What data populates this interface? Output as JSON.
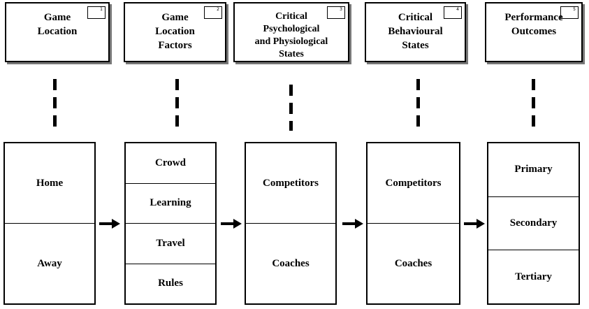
{
  "stages": [
    {
      "title": "Game\nLocation",
      "number": "1",
      "items": [
        "Home",
        "Away"
      ]
    },
    {
      "title": "Game\nLocation\nFactors",
      "number": "2",
      "items": [
        "Crowd",
        "Learning",
        "Travel",
        "Rules"
      ]
    },
    {
      "title": "Critical\nPsychological\nand Physiological\nStates",
      "number": "3",
      "items": [
        "Competitors",
        "Coaches"
      ]
    },
    {
      "title": "Critical\nBehavioural\nStates",
      "number": "4",
      "items": [
        "Competitors",
        "Coaches"
      ]
    },
    {
      "title": "Performance\nOutcomes",
      "number": "5",
      "items": [
        "Primary",
        "Secondary",
        "Tertiary"
      ]
    }
  ]
}
